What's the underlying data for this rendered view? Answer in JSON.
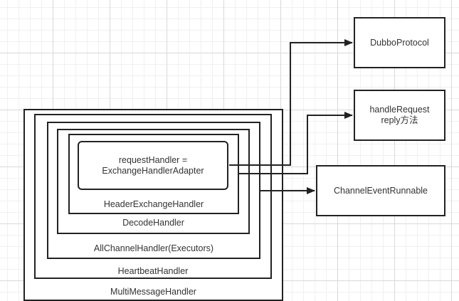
{
  "nested_handlers": {
    "multi_message": "MultiMessageHandler",
    "heartbeat": "HeartbeatHandler",
    "all_channel": "AllChannelHandler(Executors)",
    "decode": "DecodeHandler",
    "header_exchange": "HeaderExchangeHandler",
    "request_handler_line1": "requestHandler =",
    "request_handler_line2": "ExchangeHandlerAdapter"
  },
  "targets": {
    "dubbo_protocol": "DubboProtocol",
    "handle_request_line1": "handleRequest",
    "handle_request_line2": "reply方法",
    "channel_event_runnable": "ChannelEventRunnable"
  },
  "colors": {
    "stroke": "#222222",
    "text": "#333333",
    "grid": "#d9d9d9"
  }
}
